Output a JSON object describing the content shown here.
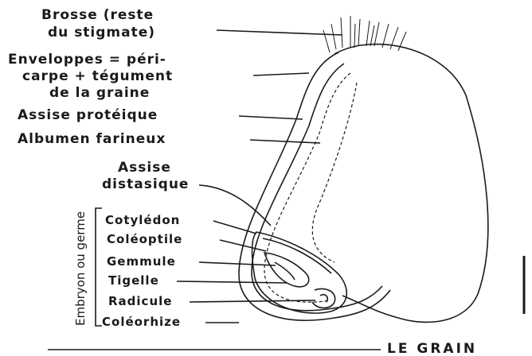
{
  "labels": {
    "brosse_line1": "Brosse (reste",
    "brosse_line2": "du stigmate)",
    "enveloppes_line1": "Enveloppes = péri-",
    "enveloppes_line2": "carpe + tégument",
    "enveloppes_line3": "de la graine",
    "assise_proteique": "Assise protéique",
    "albumen": "Albumen farineux",
    "assise_distasique_line1": "Assise",
    "assise_distasique_line2": "distasique",
    "cotyledon": "Cotylédon",
    "coleoptile": "Coléoptile",
    "gemmule": "Gemmule",
    "tigelle": "Tigelle",
    "radicule": "Radicule",
    "coleorhize": "Coléorhize",
    "embryon_group": "Embryon ou germe",
    "title": "LE GRAIN"
  },
  "colors": {
    "ink": "#1a1a1a",
    "background": "#ffffff"
  }
}
